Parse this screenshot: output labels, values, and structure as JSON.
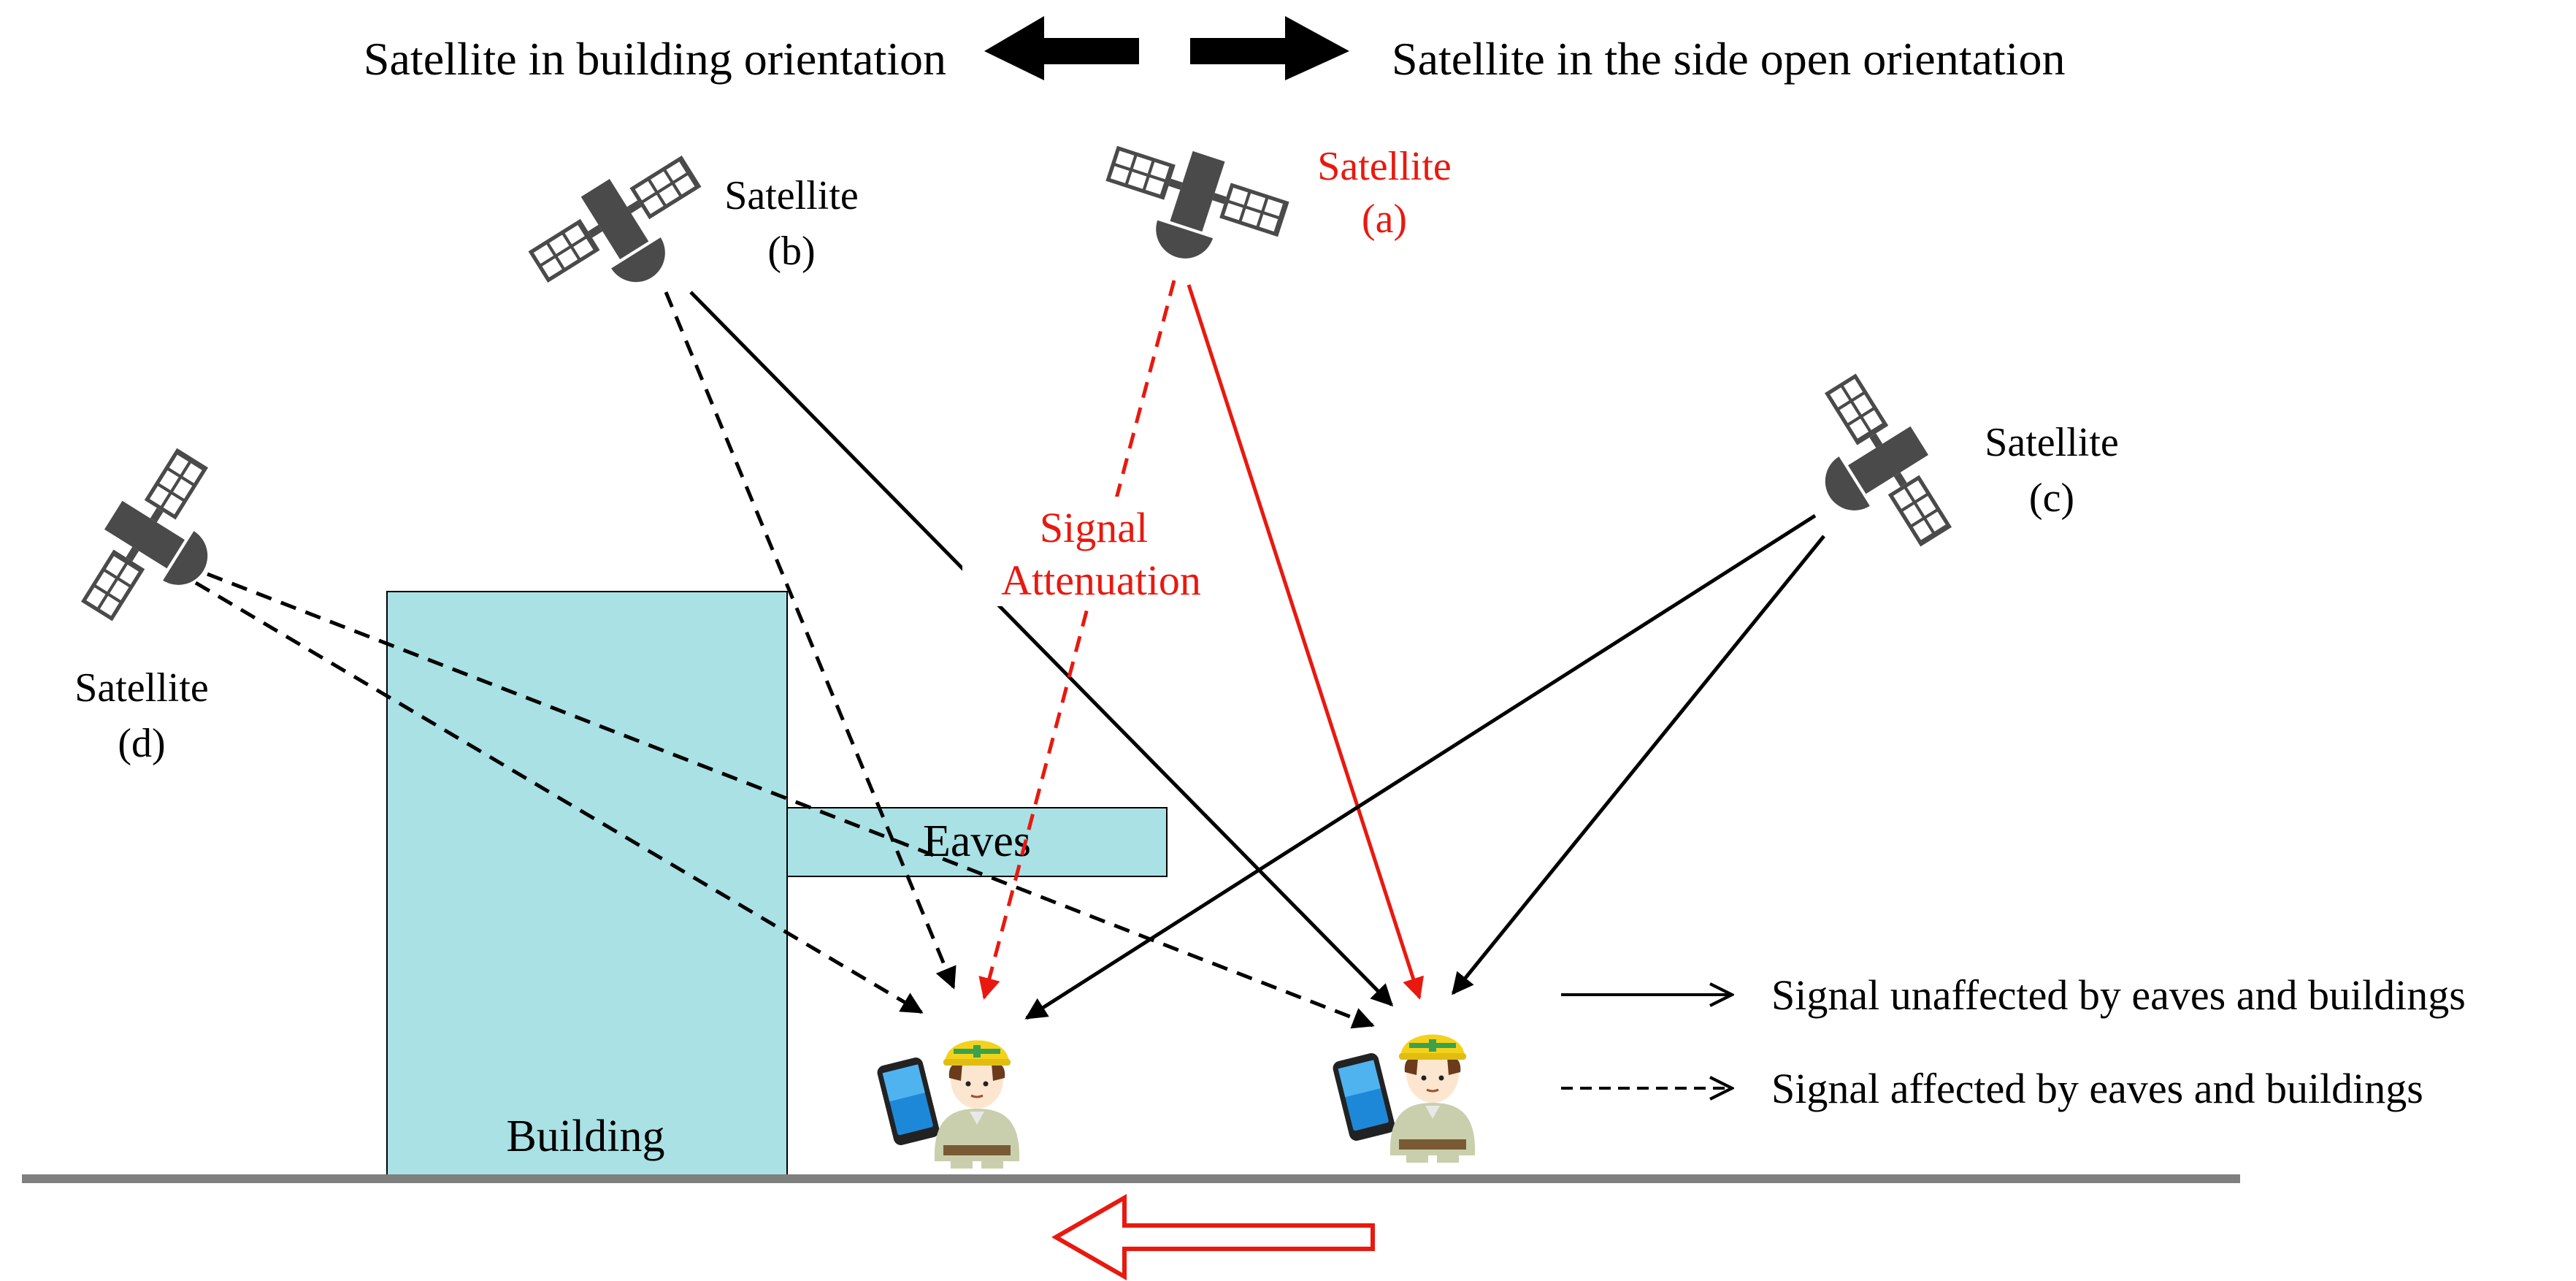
{
  "header": {
    "left_label": "Satellite in building orientation",
    "right_label": "Satellite in the side open orientation"
  },
  "satellites": {
    "a": {
      "line1": "Satellite",
      "line2": "(a)"
    },
    "b": {
      "line1": "Satellite",
      "line2": "(b)"
    },
    "c": {
      "line1": "Satellite",
      "line2": "(c)"
    },
    "d": {
      "line1": "Satellite",
      "line2": "(d)"
    }
  },
  "attenuation": {
    "line1": "Signal",
    "line2": "Attenuation"
  },
  "labels": {
    "eaves": "Eaves",
    "building": "Building"
  },
  "legend": {
    "solid": "Signal unaffected by eaves and buildings",
    "dashed": "Signal affected by eaves and buildings"
  },
  "colors": {
    "signal_red": "#e8190f",
    "building_fill": "#a9e1e5",
    "ground": "#7f7f7f",
    "satellite_body": "#4a4a4a",
    "arrow_outline_red": "#e8190f"
  },
  "icons": {
    "satellite": "satellite-icon",
    "worker": "worker-icon",
    "smartphone": "smartphone-icon",
    "movement": "left-arrow-icon"
  }
}
